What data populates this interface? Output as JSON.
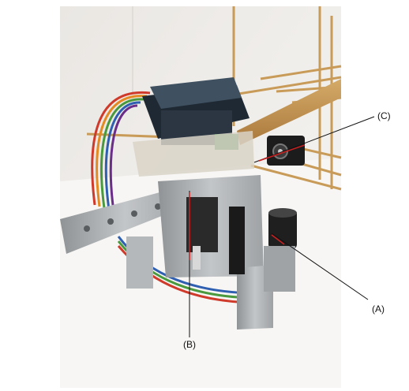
{
  "figure": {
    "callouts": {
      "c": "(C)",
      "a": "(A)",
      "b": "(B)"
    }
  },
  "colors": {
    "wall": "#f1efec",
    "floor": "#f7f6f4",
    "antenna_wood": "#c99b58",
    "metal": "#a9acae",
    "pcb_dark": "#1f2933",
    "callout_line": "#cc1f1f"
  }
}
